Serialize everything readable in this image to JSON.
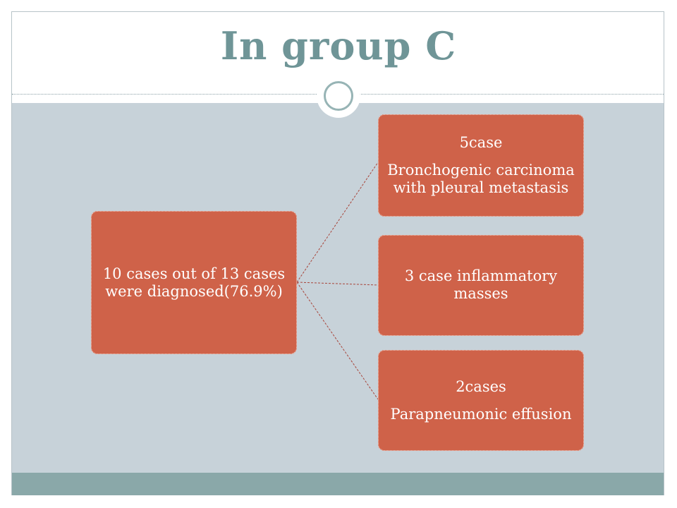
{
  "slide": {
    "title": "In group C"
  },
  "diagram": {
    "root": {
      "text": "10 cases out of 13 cases were diagnosed(76.9%)"
    },
    "children": [
      {
        "count": "5case",
        "text": "Bronchogenic carcinoma with pleural metastasis"
      },
      {
        "count": "",
        "text": "3 case inflammatory masses"
      },
      {
        "count": "2cases",
        "text": "Parapneumonic effusion"
      }
    ]
  },
  "colors": {
    "title": "#6f9597",
    "box": "#cf6249",
    "content_band": "#c7d2d9",
    "footer_band": "#8aa8a9",
    "connector": "#a8453a"
  }
}
